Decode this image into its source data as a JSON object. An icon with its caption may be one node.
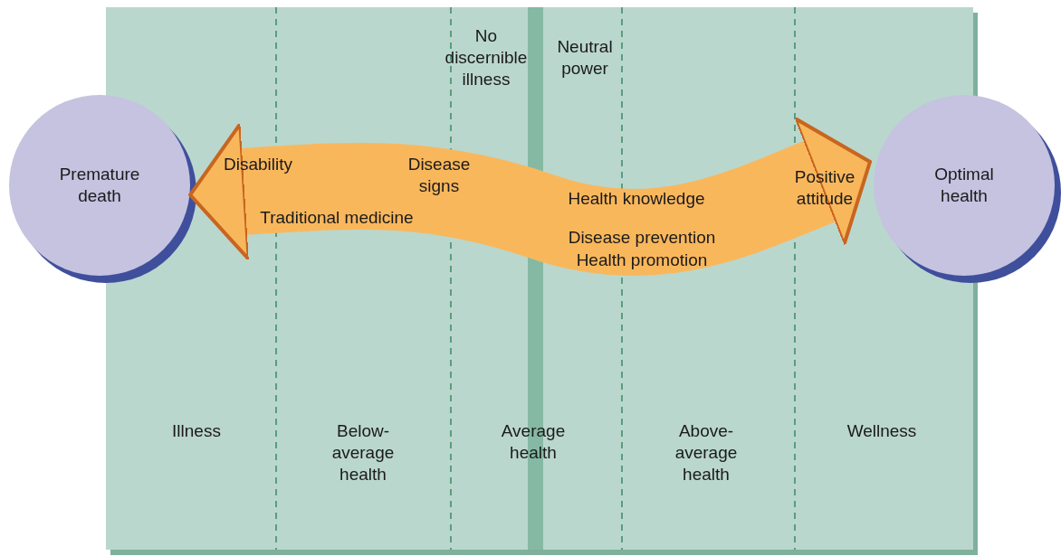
{
  "diagram": {
    "nodes": [
      {
        "text": [
          "Premature death"
        ]
      },
      {
        "text": [
          "Optimal health"
        ]
      }
    ],
    "edges": [
      {
        "from": 0,
        "to": 1,
        "arrow": "both"
      }
    ],
    "labels": [
      "No discernible illness",
      "Neutral power",
      "Disability",
      "Disease signs",
      "Health knowledge",
      "Positive attitude",
      "Traditional medicine",
      "Disease prevention",
      "Health promotion",
      "Illness",
      "Below-average health",
      "Average health",
      "Above-average health",
      "Wellness"
    ]
  }
}
